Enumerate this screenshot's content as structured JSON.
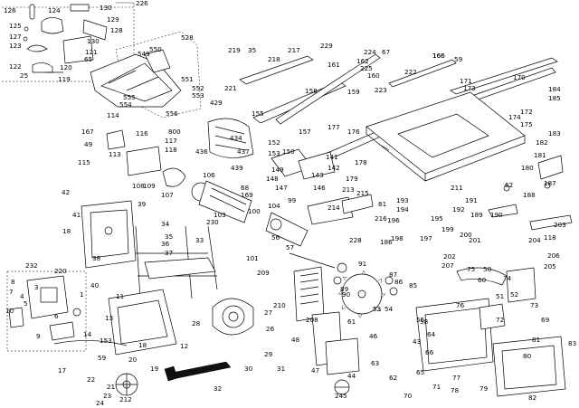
{
  "callouts": [
    {
      "id": "c0",
      "text": "126"
    },
    {
      "id": "c1",
      "text": "124"
    },
    {
      "id": "c2",
      "text": "130"
    },
    {
      "id": "c3",
      "text": "226"
    },
    {
      "id": "c4",
      "text": "129"
    },
    {
      "id": "c5",
      "text": "125"
    },
    {
      "id": "c6",
      "text": "127"
    },
    {
      "id": "c7",
      "text": "128"
    },
    {
      "id": "c8",
      "text": "130"
    },
    {
      "id": "c9",
      "text": "123"
    },
    {
      "id": "c10",
      "text": "121"
    },
    {
      "id": "c11",
      "text": "65"
    },
    {
      "id": "c12",
      "text": "122"
    },
    {
      "id": "c13",
      "text": "120"
    },
    {
      "id": "c14",
      "text": "25"
    },
    {
      "id": "c15",
      "text": "119"
    },
    {
      "id": "c16",
      "text": "528"
    },
    {
      "id": "c17",
      "text": "550"
    },
    {
      "id": "c18",
      "text": "549"
    },
    {
      "id": "c19",
      "text": "551"
    },
    {
      "id": "c20",
      "text": "552"
    },
    {
      "id": "c21",
      "text": "553"
    },
    {
      "id": "c22",
      "text": "554"
    },
    {
      "id": "c23",
      "text": "555"
    },
    {
      "id": "c24",
      "text": "556"
    },
    {
      "id": "c25",
      "text": "219"
    },
    {
      "id": "c26",
      "text": "35"
    },
    {
      "id": "c27",
      "text": "218"
    },
    {
      "id": "c28",
      "text": "217"
    },
    {
      "id": "c29",
      "text": "221"
    },
    {
      "id": "c30",
      "text": "229"
    },
    {
      "id": "c31",
      "text": "158"
    },
    {
      "id": "c32",
      "text": "166"
    },
    {
      "id": "c33",
      "text": "161"
    },
    {
      "id": "c34",
      "text": "162"
    },
    {
      "id": "c35",
      "text": "160"
    },
    {
      "id": "c36",
      "text": "159"
    },
    {
      "id": "c37",
      "text": "224"
    },
    {
      "id": "c38",
      "text": "67"
    },
    {
      "id": "c39",
      "text": "225"
    },
    {
      "id": "c40",
      "text": "223"
    },
    {
      "id": "c41",
      "text": "222"
    },
    {
      "id": "c42",
      "text": "166"
    },
    {
      "id": "c43",
      "text": "59"
    },
    {
      "id": "c44",
      "text": "170"
    },
    {
      "id": "c45",
      "text": "171"
    },
    {
      "id": "c46",
      "text": "173"
    },
    {
      "id": "c47",
      "text": "172"
    },
    {
      "id": "c48",
      "text": "174"
    },
    {
      "id": "c49",
      "text": "184"
    },
    {
      "id": "c50",
      "text": "185"
    },
    {
      "id": "c51",
      "text": "183"
    },
    {
      "id": "c52",
      "text": "182"
    },
    {
      "id": "c53",
      "text": "175"
    },
    {
      "id": "c54",
      "text": "181"
    },
    {
      "id": "c55",
      "text": "180"
    },
    {
      "id": "c56",
      "text": "187"
    },
    {
      "id": "c57",
      "text": "188"
    },
    {
      "id": "c58",
      "text": "62"
    },
    {
      "id": "c59",
      "text": "114"
    },
    {
      "id": "c60",
      "text": "116"
    },
    {
      "id": "c61",
      "text": "117"
    },
    {
      "id": "c62",
      "text": "118"
    },
    {
      "id": "c63",
      "text": "167"
    },
    {
      "id": "c64",
      "text": "49"
    },
    {
      "id": "c65",
      "text": "113"
    },
    {
      "id": "c66",
      "text": "115"
    },
    {
      "id": "c67",
      "text": "108"
    },
    {
      "id": "c68",
      "text": "109"
    },
    {
      "id": "c69",
      "text": "107"
    },
    {
      "id": "c70",
      "text": "42"
    },
    {
      "id": "c71",
      "text": "429"
    },
    {
      "id": "c72",
      "text": "800"
    },
    {
      "id": "c73",
      "text": "434"
    },
    {
      "id": "c74",
      "text": "437"
    },
    {
      "id": "c75",
      "text": "436"
    },
    {
      "id": "c76",
      "text": "439"
    },
    {
      "id": "c77",
      "text": "155"
    },
    {
      "id": "c78",
      "text": "157"
    },
    {
      "id": "c79",
      "text": "152"
    },
    {
      "id": "c80",
      "text": "153"
    },
    {
      "id": "c81",
      "text": "150"
    },
    {
      "id": "c82",
      "text": "149"
    },
    {
      "id": "c83",
      "text": "148"
    },
    {
      "id": "c84",
      "text": "147"
    },
    {
      "id": "c85",
      "text": "146"
    },
    {
      "id": "c86",
      "text": "143"
    },
    {
      "id": "c87",
      "text": "142"
    },
    {
      "id": "c88",
      "text": "141"
    },
    {
      "id": "c89",
      "text": "177"
    },
    {
      "id": "c90",
      "text": "176"
    },
    {
      "id": "c91",
      "text": "178"
    },
    {
      "id": "c92",
      "text": "179"
    },
    {
      "id": "c93",
      "text": "213"
    },
    {
      "id": "c94",
      "text": "215"
    },
    {
      "id": "c95",
      "text": "214"
    },
    {
      "id": "c96",
      "text": "216"
    },
    {
      "id": "c97",
      "text": "81"
    },
    {
      "id": "c98",
      "text": "189"
    },
    {
      "id": "c99",
      "text": "190"
    },
    {
      "id": "c100",
      "text": "191"
    },
    {
      "id": "c101",
      "text": "192"
    },
    {
      "id": "c102",
      "text": "203"
    },
    {
      "id": "c103",
      "text": "118"
    },
    {
      "id": "c104",
      "text": "204"
    },
    {
      "id": "c105",
      "text": "206"
    },
    {
      "id": "c106",
      "text": "205"
    },
    {
      "id": "c107",
      "text": "41"
    },
    {
      "id": "c108",
      "text": "39"
    },
    {
      "id": "c109",
      "text": "18"
    },
    {
      "id": "c110",
      "text": "38"
    },
    {
      "id": "c111",
      "text": "230"
    },
    {
      "id": "c112",
      "text": "104"
    },
    {
      "id": "c113",
      "text": "103"
    },
    {
      "id": "c114",
      "text": "100"
    },
    {
      "id": "c115",
      "text": "68"
    },
    {
      "id": "c116",
      "text": "169"
    },
    {
      "id": "c117",
      "text": "106"
    },
    {
      "id": "c118",
      "text": "99"
    },
    {
      "id": "c119",
      "text": "228"
    },
    {
      "id": "c120",
      "text": "101"
    },
    {
      "id": "c121",
      "text": "56"
    },
    {
      "id": "c122",
      "text": "57"
    },
    {
      "id": "c123",
      "text": "33"
    },
    {
      "id": "c124",
      "text": "34"
    },
    {
      "id": "c125",
      "text": "36"
    },
    {
      "id": "c126",
      "text": "35"
    },
    {
      "id": "c127",
      "text": "37"
    },
    {
      "id": "c128",
      "text": "232"
    },
    {
      "id": "c129",
      "text": "220"
    },
    {
      "id": "c130",
      "text": "40"
    },
    {
      "id": "c131",
      "text": "8"
    },
    {
      "id": "c132",
      "text": "3"
    },
    {
      "id": "c133",
      "text": "7"
    },
    {
      "id": "c134",
      "text": "4"
    },
    {
      "id": "c135",
      "text": "1"
    },
    {
      "id": "c136",
      "text": "5"
    },
    {
      "id": "c137",
      "text": "10"
    },
    {
      "id": "c138",
      "text": "6"
    },
    {
      "id": "c139",
      "text": "9"
    },
    {
      "id": "c140",
      "text": "11"
    },
    {
      "id": "c141",
      "text": "13"
    },
    {
      "id": "c142",
      "text": "14"
    },
    {
      "id": "c143",
      "text": "153"
    },
    {
      "id": "c144",
      "text": "12"
    },
    {
      "id": "c145",
      "text": "17"
    },
    {
      "id": "c146",
      "text": "18"
    },
    {
      "id": "c147",
      "text": "59"
    },
    {
      "id": "c148",
      "text": "19"
    },
    {
      "id": "c149",
      "text": "20"
    },
    {
      "id": "c150",
      "text": "22"
    },
    {
      "id": "c151",
      "text": "21"
    },
    {
      "id": "c152",
      "text": "23"
    },
    {
      "id": "c153",
      "text": "24"
    },
    {
      "id": "c154",
      "text": "212"
    },
    {
      "id": "c155",
      "text": "28"
    },
    {
      "id": "c156",
      "text": "27"
    },
    {
      "id": "c157",
      "text": "26"
    },
    {
      "id": "c158",
      "text": "29"
    },
    {
      "id": "c159",
      "text": "30"
    },
    {
      "id": "c160",
      "text": "31"
    },
    {
      "id": "c161",
      "text": "32"
    },
    {
      "id": "c162",
      "text": "210"
    },
    {
      "id": "c163",
      "text": "209"
    },
    {
      "id": "c164",
      "text": "91"
    },
    {
      "id": "c165",
      "text": "89"
    },
    {
      "id": "c166",
      "text": "90"
    },
    {
      "id": "c167",
      "text": "87"
    },
    {
      "id": "c168",
      "text": "86"
    },
    {
      "id": "c169",
      "text": "85"
    },
    {
      "id": "c170",
      "text": "207"
    },
    {
      "id": "c171",
      "text": "208"
    },
    {
      "id": "c172",
      "text": "48"
    },
    {
      "id": "c173",
      "text": "47"
    },
    {
      "id": "c174",
      "text": "44"
    },
    {
      "id": "c175",
      "text": "245"
    },
    {
      "id": "c176",
      "text": "53"
    },
    {
      "id": "c177",
      "text": "54"
    },
    {
      "id": "c178",
      "text": "46"
    },
    {
      "id": "c179",
      "text": "63"
    },
    {
      "id": "c180",
      "text": "55"
    },
    {
      "id": "c181",
      "text": "62"
    },
    {
      "id": "c182",
      "text": "70"
    },
    {
      "id": "c183",
      "text": "71"
    },
    {
      "id": "c184",
      "text": "72"
    },
    {
      "id": "c185",
      "text": "75"
    },
    {
      "id": "c186",
      "text": "74"
    },
    {
      "id": "c187",
      "text": "76"
    },
    {
      "id": "c188",
      "text": "73"
    },
    {
      "id": "c189",
      "text": "69"
    },
    {
      "id": "c190",
      "text": "78"
    },
    {
      "id": "c191",
      "text": "79"
    },
    {
      "id": "c192",
      "text": "80"
    },
    {
      "id": "c193",
      "text": "81"
    },
    {
      "id": "c194",
      "text": "83"
    },
    {
      "id": "c195",
      "text": "82"
    },
    {
      "id": "c196",
      "text": "77"
    },
    {
      "id": "c197",
      "text": "198"
    },
    {
      "id": "c198",
      "text": "199"
    },
    {
      "id": "c199",
      "text": "200"
    },
    {
      "id": "c200",
      "text": "201"
    },
    {
      "id": "c201",
      "text": "202"
    },
    {
      "id": "c202",
      "text": "193"
    },
    {
      "id": "c203",
      "text": "194"
    },
    {
      "id": "c204",
      "text": "195"
    },
    {
      "id": "c205",
      "text": "197"
    },
    {
      "id": "c206",
      "text": "196"
    },
    {
      "id": "c207",
      "text": "186"
    },
    {
      "id": "c208",
      "text": "58"
    },
    {
      "id": "c209",
      "text": "64"
    },
    {
      "id": "c210",
      "text": "43"
    },
    {
      "id": "c211",
      "text": "66"
    },
    {
      "id": "c212",
      "text": "65"
    },
    {
      "id": "c213",
      "text": "50"
    },
    {
      "id": "c214",
      "text": "60"
    },
    {
      "id": "c215",
      "text": "51"
    },
    {
      "id": "c216",
      "text": "52"
    },
    {
      "id": "c217",
      "text": "61"
    },
    {
      "id": "c218",
      "text": "211"
    }
  ]
}
